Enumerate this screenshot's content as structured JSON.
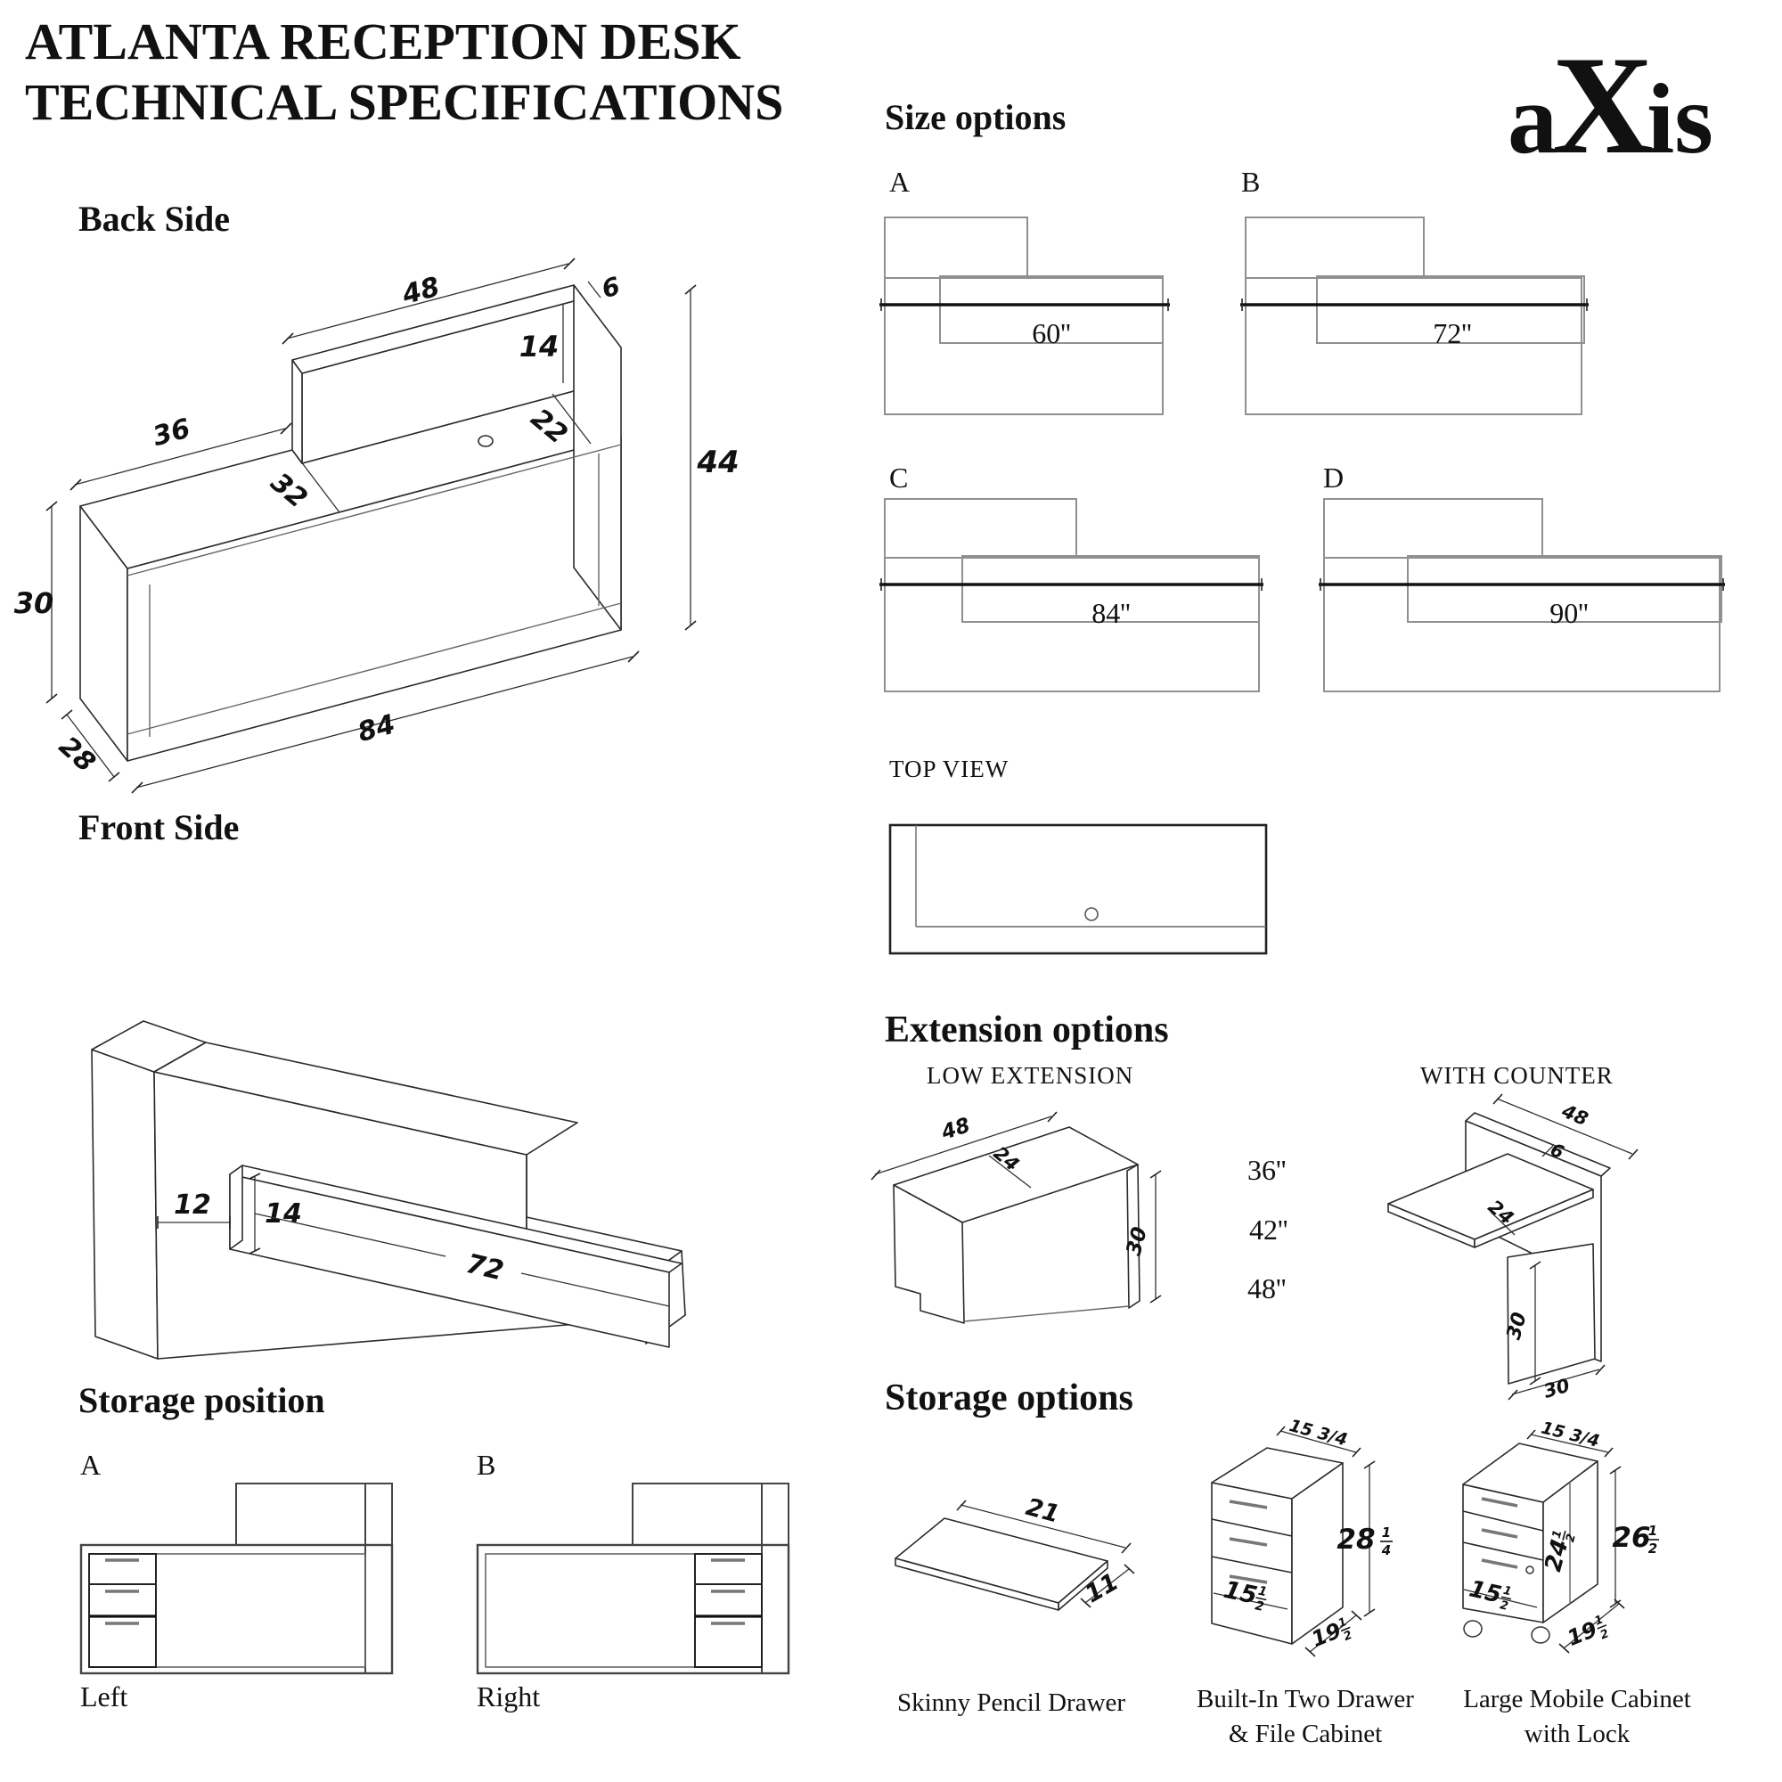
{
  "header": {
    "title_line1": "ATLANTA RECEPTION DESK",
    "title_line2": "TECHNICAL SPECIFICATIONS",
    "logo_a": "a",
    "logo_x": "X",
    "logo_is": "is"
  },
  "back_side": {
    "heading": "Back Side",
    "dim_48": "48",
    "dim_6": "6",
    "dim_14": "14",
    "dim_36": "36",
    "dim_32": "32",
    "dim_22": "22",
    "dim_44": "44",
    "dim_30": "30",
    "dim_28": "28",
    "dim_84": "84"
  },
  "size_options": {
    "heading": "Size options",
    "top_view_label": "TOP VIEW",
    "options": [
      {
        "label": "A",
        "size": "60''"
      },
      {
        "label": "B",
        "size": "72''"
      },
      {
        "label": "C",
        "size": "84''"
      },
      {
        "label": "D",
        "size": "90''"
      }
    ]
  },
  "front_side": {
    "heading": "Front Side",
    "dim_12": "12",
    "dim_14": "14",
    "dim_72": "72"
  },
  "extension_options": {
    "heading": "Extension options",
    "low_extension": {
      "label": "LOW EXTENSION",
      "dim_48": "48",
      "dim_24": "24",
      "dim_30": "30",
      "sizes": [
        "36''",
        "42''",
        "48''"
      ]
    },
    "with_counter": {
      "label": "WITH COUNTER",
      "dim_48": "48",
      "dim_6": "6",
      "dim_24": "24",
      "dim_30_height": "30",
      "dim_30_depth": "30"
    }
  },
  "storage_position": {
    "heading": "Storage position",
    "a_label": "A",
    "b_label": "B",
    "a_caption": "Left",
    "b_caption": "Right"
  },
  "storage_options": {
    "heading": "Storage options",
    "pencil": {
      "caption": "Skinny Pencil Drawer",
      "dim_21": "21",
      "dim_11": "11"
    },
    "builtin": {
      "caption_line1": "Built-In Two Drawer",
      "caption_line2": "& File Cabinet",
      "dim_top": "15 3/4",
      "h_whole": "28",
      "h_num": "1",
      "h_den": "4",
      "w_whole": "15",
      "w_num": "1",
      "w_den": "2",
      "d_whole": "19",
      "d_num": "1",
      "d_den": "2"
    },
    "mobile": {
      "caption_line1": "Large Mobile Cabinet",
      "caption_line2": "with Lock",
      "dim_top": "15 3/4",
      "h_whole": "26",
      "h_num": "1",
      "h_den": "2",
      "inner_whole": "24",
      "inner_num": "1",
      "inner_den": "2",
      "w_whole": "15",
      "w_num": "1",
      "w_den": "2",
      "d_whole": "19",
      "d_num": "1",
      "d_den": "2"
    }
  }
}
